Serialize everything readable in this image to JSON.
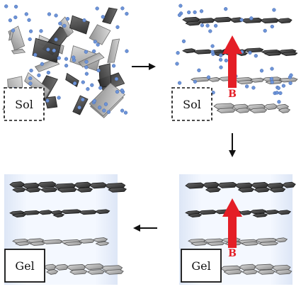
{
  "panels": [
    {
      "id": "sol-random",
      "state_label": "Sol",
      "label_border": "dashed",
      "field_label": "",
      "has_field": false,
      "background": "#ffffff"
    },
    {
      "id": "sol-aligned",
      "state_label": "Sol",
      "label_border": "dashed",
      "field_label": "B",
      "has_field": true,
      "background": "#ffffff"
    },
    {
      "id": "gel-aligned",
      "state_label": "Gel",
      "label_border": "solid",
      "field_label": "B",
      "has_field": true,
      "background": "#e8eef9"
    },
    {
      "id": "gel-retained",
      "state_label": "Gel",
      "label_border": "solid",
      "field_label": "",
      "has_field": false,
      "background": "#e8eef9"
    }
  ],
  "arrows": [
    "right",
    "down",
    "left"
  ],
  "colors": {
    "field_arrow": "#e41e26",
    "solvent_dot": "#6d94d8",
    "flake_dark": "#3e3e3e",
    "flake_light": "#9c9c9c",
    "gel_background": "#e8eef9",
    "flow_arrow": "#111111"
  }
}
